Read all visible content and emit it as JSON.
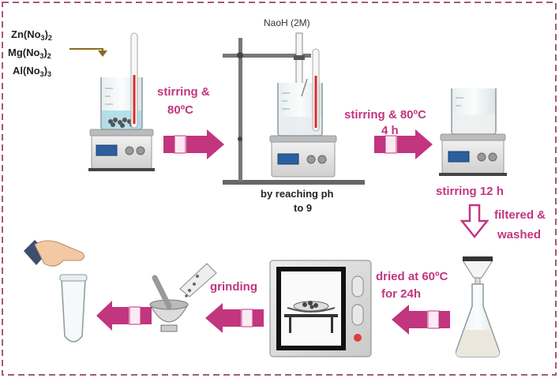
{
  "colors": {
    "accent": "#c2357f",
    "frame": "#a5577f",
    "brown": "#8b6a1e"
  },
  "reagents": {
    "zn": {
      "base": "Zn(No",
      "sub": "3",
      "tail": ")",
      "tailsub": "2"
    },
    "mg": {
      "base": "Mg(No",
      "sub": "3",
      "tail": ")",
      "tailsub": "2"
    },
    "al": {
      "base": "Al(No",
      "sub": "3",
      "tail": ")",
      "tailsub": "3"
    }
  },
  "steps": {
    "step1": {
      "line1": "stirring &",
      "line2": "80ºC"
    },
    "burette_label": "NaoH (2M)",
    "ph_note": {
      "line1": "by reaching  ph",
      "line2": "to 9"
    },
    "step2": {
      "line1": "stirring & 80ºC",
      "line2": "4 h"
    },
    "step3": "stirring 12 h",
    "step4": {
      "line1": "filtered &",
      "line2": "washed"
    },
    "step5": {
      "line1": "dried at 60ºC",
      "line2": "for 24h"
    },
    "step6": "grinding"
  }
}
